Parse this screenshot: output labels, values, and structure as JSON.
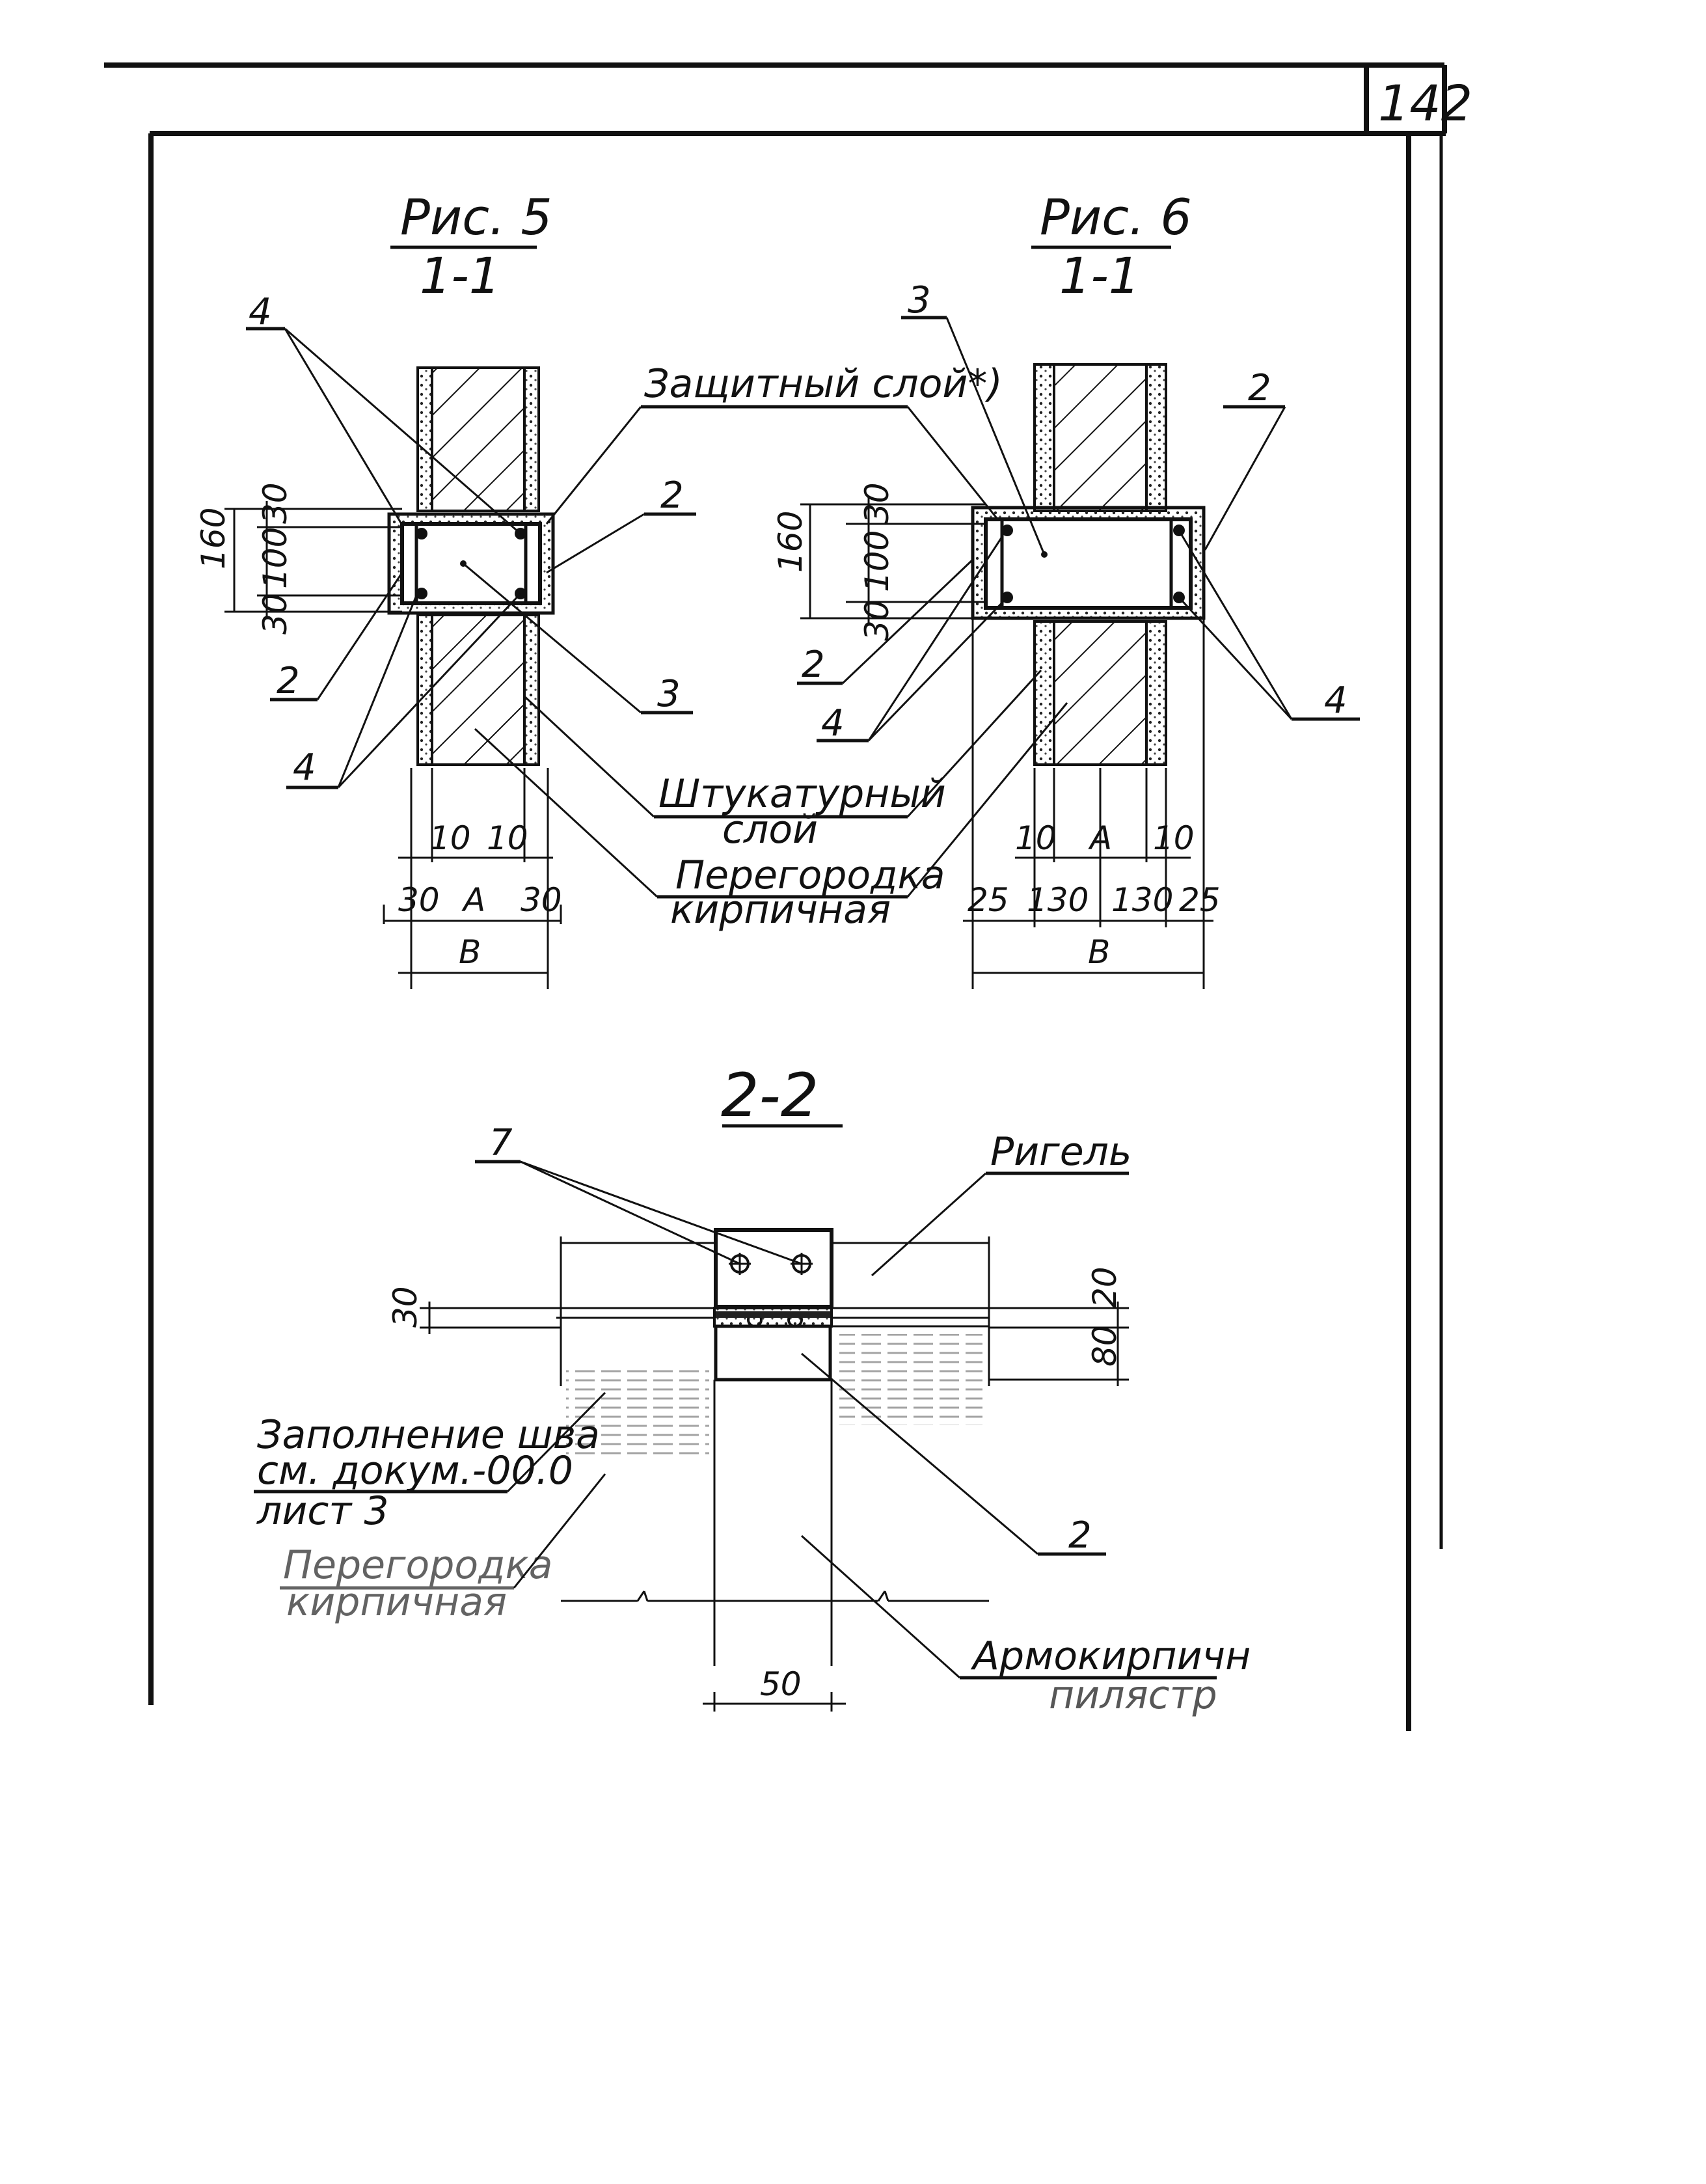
{
  "page_number": "142",
  "fig5": {
    "title": "Рис. 5",
    "section": "1-1",
    "dims": {
      "d160": "160",
      "d30a": "30",
      "d100": "100",
      "d30b": "30",
      "d10a": "10",
      "d10b": "10",
      "d30c": "30",
      "dA": "A",
      "d30d": "30",
      "dB": "B"
    },
    "labels": {
      "l4a": "4",
      "l2a": "2",
      "l2b": "2",
      "l3": "3",
      "l4b": "4"
    }
  },
  "fig6": {
    "title": "Рис. 6",
    "section": "1-1",
    "dims": {
      "d160": "160",
      "d30a": "30",
      "d100": "100",
      "d30b": "30",
      "d10a": "10",
      "dA": "A",
      "d10b": "10",
      "d25a": "25",
      "d130a": "130",
      "d130b": "130",
      "d25b": "25",
      "dB": "B"
    },
    "labels": {
      "l3": "3",
      "l2a": "2",
      "l2b": "2",
      "l4a": "4",
      "l4b": "4"
    }
  },
  "shared_labels": {
    "protective_layer": "Защитный слой*)",
    "plaster_line1": "Штукатурный",
    "plaster_line2": "слой",
    "partition_line1": "Перегородка",
    "partition_line2": "кирпичная"
  },
  "section22": {
    "title": "2-2",
    "label7": "7",
    "beam": "Ригель",
    "d30": "30",
    "d20": "20",
    "d80": "80",
    "joint_line1": "Заполнение шва",
    "joint_line2": "см. докум.-00.0",
    "joint_line3": "лист 3",
    "partition_line1": "Перегородка",
    "partition_line2": "кирпичная",
    "label2": "2",
    "pilaster_line1": "Армокирпичн",
    "pilaster_line2": "пилястр",
    "d50": "50"
  }
}
